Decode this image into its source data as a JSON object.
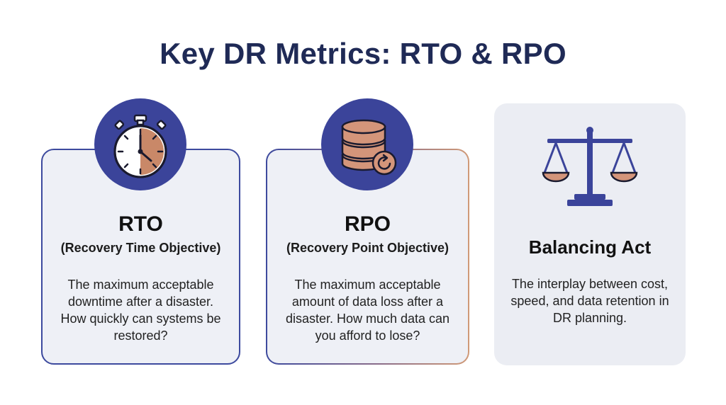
{
  "title": "Key DR Metrics: RTO & RPO",
  "cards": [
    {
      "heading": "RTO",
      "subheading": "(Recovery Time Objective)",
      "body": "The maximum acceptable downtime after a disaster. How quickly can systems be restored?",
      "icon": "stopwatch-icon"
    },
    {
      "heading": "RPO",
      "subheading": "(Recovery Point Objective)",
      "body": "The maximum acceptable amount of data loss after a disaster.  How much data can you afford to lose?",
      "icon": "database-restore-icon"
    },
    {
      "heading": "Balancing Act",
      "body": "The interplay between cost, speed, and data retention in DR planning.",
      "icon": "scales-icon"
    }
  ],
  "colors": {
    "navy": "#1f2a56",
    "accent_blue": "#3b449a",
    "accent_copper": "#d09a78",
    "card_background": "#eef0f6"
  }
}
